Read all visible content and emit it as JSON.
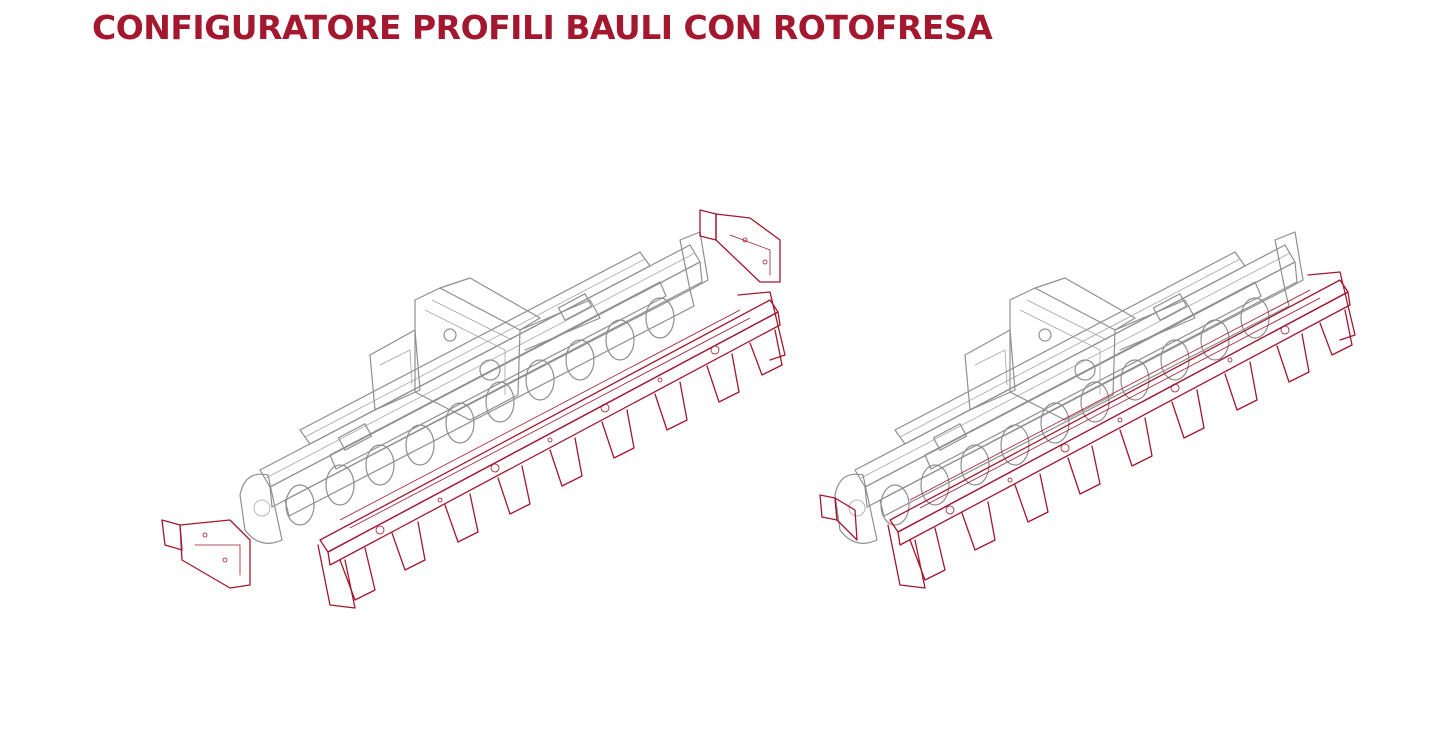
{
  "title": "CONFIGURATORE PROFILI BAULI CON ROTOFRESA",
  "colors": {
    "brand_red": "#a3172f",
    "machine_grey": "#8f8f8f",
    "background": "#ffffff"
  },
  "figures": [
    {
      "id": "exploded-view"
    },
    {
      "id": "assembled-view"
    }
  ]
}
